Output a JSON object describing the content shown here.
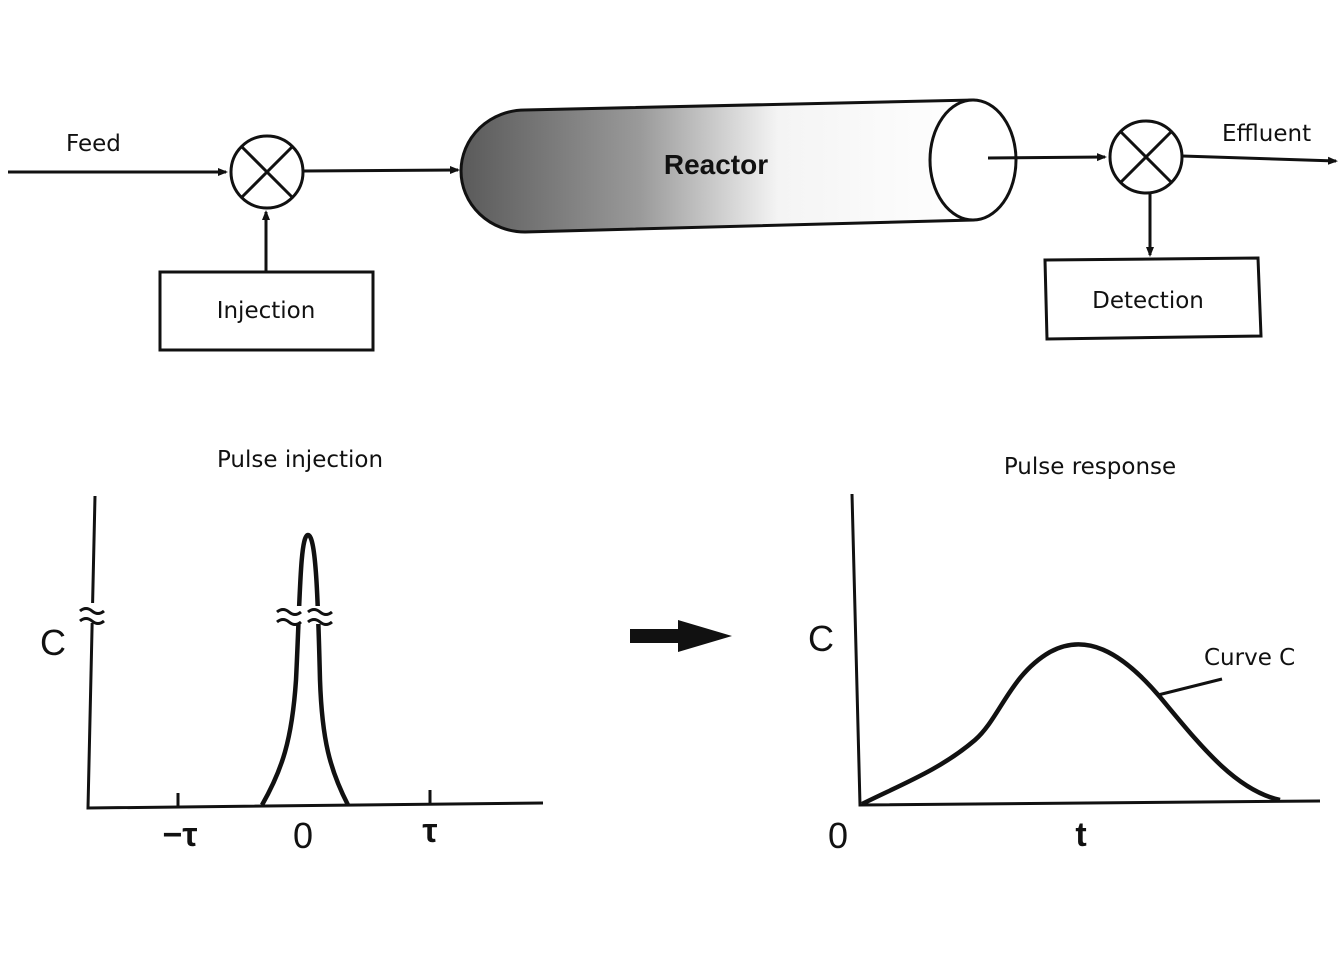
{
  "flow": {
    "feed_label": "Feed",
    "injection_label": "Injection",
    "reactor_label": "Reactor",
    "effluent_label": "Effluent",
    "detection_label": "Detection"
  },
  "pulse_injection": {
    "title": "Pulse injection",
    "y_label": "C",
    "x_ticks": [
      "−τ",
      "0",
      "τ"
    ]
  },
  "pulse_response": {
    "title": "Pulse response",
    "y_label": "C",
    "x_origin": "0",
    "x_label": "t",
    "curve_label": "Curve C"
  },
  "colors": {
    "line": "#111111",
    "reactor_dark": "#5a5a5a",
    "reactor_light": "#ffffff"
  }
}
